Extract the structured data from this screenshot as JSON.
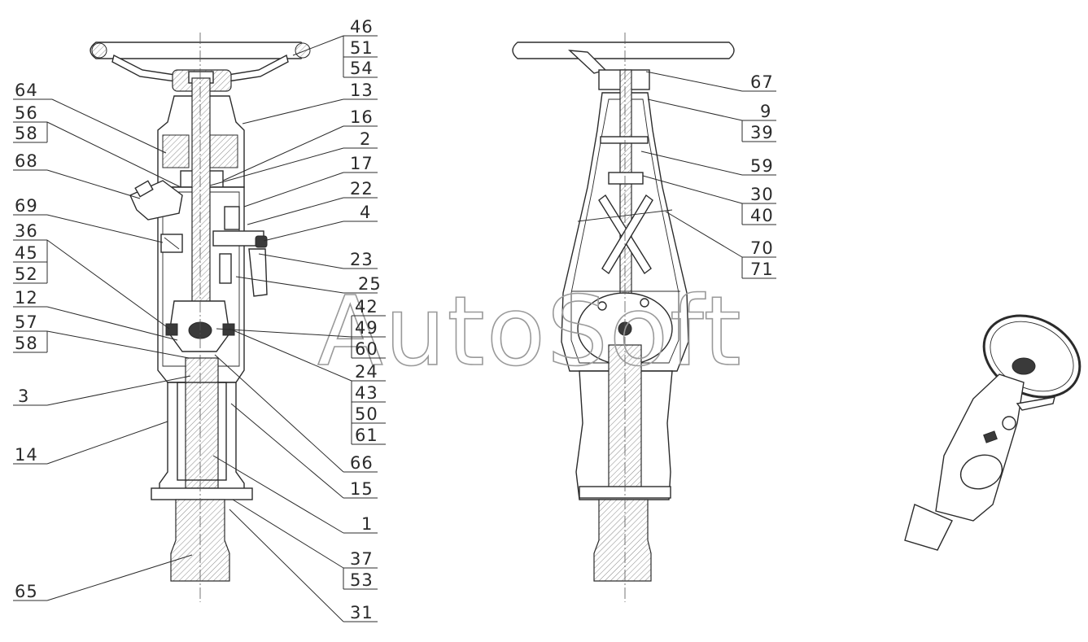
{
  "watermark": "AutoSoft",
  "callouts_left": [
    {
      "name": "callout-46",
      "label": "46"
    },
    {
      "name": "callout-51",
      "label": "51"
    },
    {
      "name": "callout-54",
      "label": "54"
    },
    {
      "name": "callout-64",
      "label": "64"
    },
    {
      "name": "callout-13",
      "label": "13"
    },
    {
      "name": "callout-56",
      "label": "56"
    },
    {
      "name": "callout-58a",
      "label": "58"
    },
    {
      "name": "callout-16",
      "label": "16"
    },
    {
      "name": "callout-2",
      "label": "2"
    },
    {
      "name": "callout-68",
      "label": "68"
    },
    {
      "name": "callout-17",
      "label": "17"
    },
    {
      "name": "callout-22",
      "label": "22"
    },
    {
      "name": "callout-69",
      "label": "69"
    },
    {
      "name": "callout-4",
      "label": "4"
    },
    {
      "name": "callout-36",
      "label": "36"
    },
    {
      "name": "callout-45",
      "label": "45"
    },
    {
      "name": "callout-52",
      "label": "52"
    },
    {
      "name": "callout-23",
      "label": "23"
    },
    {
      "name": "callout-25",
      "label": "25"
    },
    {
      "name": "callout-12",
      "label": "12"
    },
    {
      "name": "callout-42",
      "label": "42"
    },
    {
      "name": "callout-57",
      "label": "57"
    },
    {
      "name": "callout-49",
      "label": "49"
    },
    {
      "name": "callout-58b",
      "label": "58"
    },
    {
      "name": "callout-60",
      "label": "60"
    },
    {
      "name": "callout-24",
      "label": "24"
    },
    {
      "name": "callout-43",
      "label": "43"
    },
    {
      "name": "callout-3",
      "label": "3"
    },
    {
      "name": "callout-50",
      "label": "50"
    },
    {
      "name": "callout-61",
      "label": "61"
    },
    {
      "name": "callout-14",
      "label": "14"
    },
    {
      "name": "callout-66",
      "label": "66"
    },
    {
      "name": "callout-15",
      "label": "15"
    },
    {
      "name": "callout-1",
      "label": "1"
    },
    {
      "name": "callout-37",
      "label": "37"
    },
    {
      "name": "callout-53",
      "label": "53"
    },
    {
      "name": "callout-65",
      "label": "65"
    },
    {
      "name": "callout-31",
      "label": "31"
    }
  ],
  "callouts_right": [
    {
      "name": "callout-67",
      "label": "67"
    },
    {
      "name": "callout-9",
      "label": "9"
    },
    {
      "name": "callout-39",
      "label": "39"
    },
    {
      "name": "callout-59",
      "label": "59"
    },
    {
      "name": "callout-30",
      "label": "30"
    },
    {
      "name": "callout-40",
      "label": "40"
    },
    {
      "name": "callout-70",
      "label": "70"
    },
    {
      "name": "callout-71",
      "label": "71"
    }
  ]
}
